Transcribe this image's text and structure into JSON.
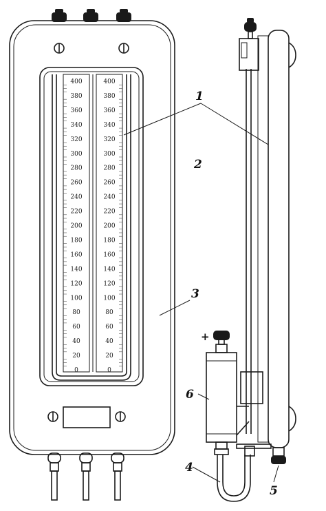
{
  "figure": {
    "scale_left": [
      "400",
      "380",
      "360",
      "340",
      "320",
      "300",
      "280",
      "260",
      "240",
      "220",
      "200",
      "180",
      "160",
      "140",
      "120",
      "100",
      "80",
      "60",
      "40",
      "20",
      "0"
    ],
    "scale_right": [
      "400",
      "380",
      "360",
      "340",
      "320",
      "300",
      "280",
      "260",
      "240",
      "220",
      "200",
      "180",
      "160",
      "140",
      "120",
      "100",
      "80",
      "60",
      "40",
      "20",
      "0"
    ],
    "callouts": {
      "c1": "1",
      "c2": "2",
      "c3": "3",
      "c4": "4",
      "c5": "5",
      "c6": "6",
      "plus": "+"
    },
    "ink_color": "#1a1a1a",
    "paper_color": "#ffffff"
  }
}
